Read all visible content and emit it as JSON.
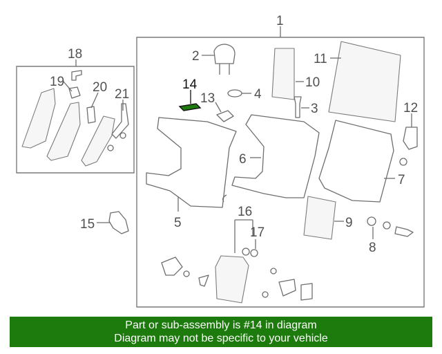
{
  "callouts": {
    "c1": "1",
    "c2": "2",
    "c3": "3",
    "c4": "4",
    "c5": "5",
    "c6": "6",
    "c7": "7",
    "c8": "8",
    "c9": "9",
    "c10": "10",
    "c11": "11",
    "c12": "12",
    "c13": "13",
    "c14": "14",
    "c15": "15",
    "c16": "16",
    "c17": "17",
    "c18": "18",
    "c19": "19",
    "c20": "20",
    "c21": "21"
  },
  "highlighted_part": "14",
  "colors": {
    "highlight_part": "#1d7a0d",
    "banner_bg": "#1d7a0d",
    "banner_text": "#ffffff",
    "line_art": "#6e6e6e"
  },
  "banner": {
    "line1": "Part or sub-assembly is #14 in diagram",
    "line2": "Diagram may not be specific to your vehicle"
  }
}
